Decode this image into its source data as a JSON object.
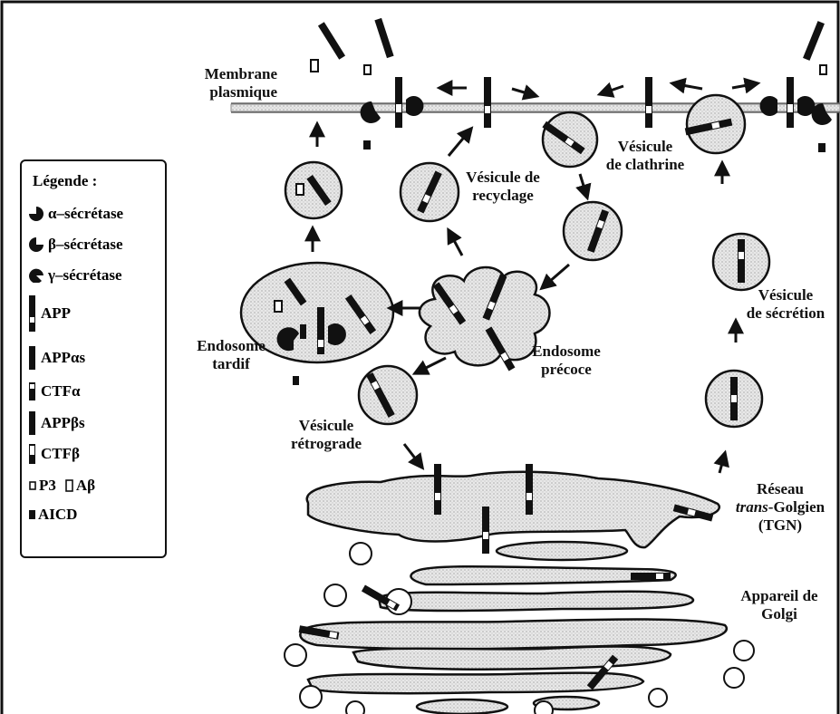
{
  "labels": {
    "membrane": [
      "Membrane",
      "plasmique"
    ],
    "clathrin_vesicle": [
      "Vésicule",
      "de clathrine"
    ],
    "recycling_vesicle": [
      "Vésicule de",
      "recyclage"
    ],
    "late_endosome": [
      "Endosome",
      "tardif"
    ],
    "early_endosome": [
      "Endosome",
      "précoce"
    ],
    "retrograde_vesicle": [
      "Vésicule",
      "rétrograde"
    ],
    "secretion_vesicle": [
      "Vésicule",
      "de sécrétion"
    ],
    "tgn": [
      "Réseau",
      "trans",
      "-Golgien",
      "(TGN)"
    ],
    "golgi": [
      "Appareil de",
      "Golgi"
    ]
  },
  "legend": {
    "title": "Légende :",
    "alpha": "α–sécrétase",
    "beta": "β–sécrétase",
    "gamma": "γ–sécrétase",
    "app": "APP",
    "app_alpha_s": "APPαs",
    "ctf_alpha": "CTFα",
    "app_beta_s": "APPβs",
    "ctf_beta": "CTFβ",
    "p3": "P3",
    "abeta": "Aβ",
    "aicd": "AICD"
  },
  "colors": {
    "ink": "#111111",
    "stipple": "#d9d9d9",
    "membrane": "#9a9a9a"
  }
}
